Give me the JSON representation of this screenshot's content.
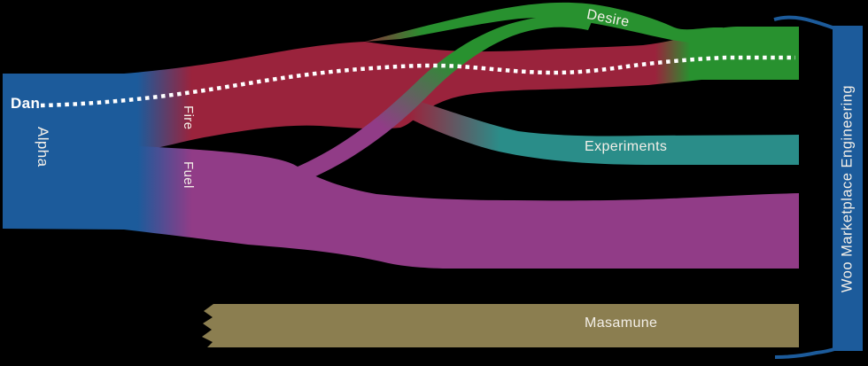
{
  "chart_data": {
    "type": "sankey",
    "title": "",
    "background_color": "#000000",
    "nodes": [
      {
        "id": "alpha",
        "label": "Alpha",
        "color": "#1c5b9b",
        "column": "source"
      },
      {
        "id": "fire",
        "label": "Fire",
        "color": "#9a233c",
        "column": "middle"
      },
      {
        "id": "fuel",
        "label": "Fuel",
        "color": "#913c87",
        "column": "middle"
      },
      {
        "id": "desire",
        "label": "Desire",
        "color": "#28912f",
        "column": "end"
      },
      {
        "id": "experiments",
        "label": "Experiments",
        "color": "#2a8d89",
        "column": "end"
      },
      {
        "id": "masamune",
        "label": "Masamune",
        "color": "#8b7e50",
        "column": "end",
        "note": "separate stream with torn left edge, no visible source"
      },
      {
        "id": "woo",
        "label": "Woo Marketplace Engineering",
        "color": "#1c5b9b",
        "column": "group-bracket"
      }
    ],
    "links": [
      {
        "source": "Alpha",
        "target": "Fire",
        "approx_thickness_px": 85
      },
      {
        "source": "Alpha",
        "target": "Fuel",
        "approx_thickness_px": 90
      },
      {
        "source": "Fire",
        "target": "Desire",
        "approx_thickness_px": 58
      },
      {
        "source": "Fire",
        "target": "Experiments",
        "approx_thickness_px": 36
      },
      {
        "source": "Fuel",
        "target": "Desire",
        "approx_thickness_px": 14
      },
      {
        "source": "Fuel",
        "target": "Fuel-end",
        "approx_thickness_px": 85
      },
      {
        "source": "Masamune-stream",
        "target": "Masamune",
        "approx_thickness_px": 50
      }
    ],
    "bracket_group": {
      "label": "Woo Marketplace Engineering",
      "members": [
        "Desire",
        "Experiments",
        "Fuel",
        "Masamune"
      ]
    },
    "person_flow": {
      "label": "Dan",
      "style": "white dotted trace",
      "path": "Alpha → Fire → Desire"
    },
    "colors": {
      "blue": "#1c5b9b",
      "red": "#9a233c",
      "purple": "#913c87",
      "green": "#28912f",
      "teal": "#2a8d89",
      "olive": "#8b7e50",
      "label_text": "#f3efe8",
      "dotted_line": "#ffffff"
    },
    "legend_position": "none",
    "grid": false
  }
}
